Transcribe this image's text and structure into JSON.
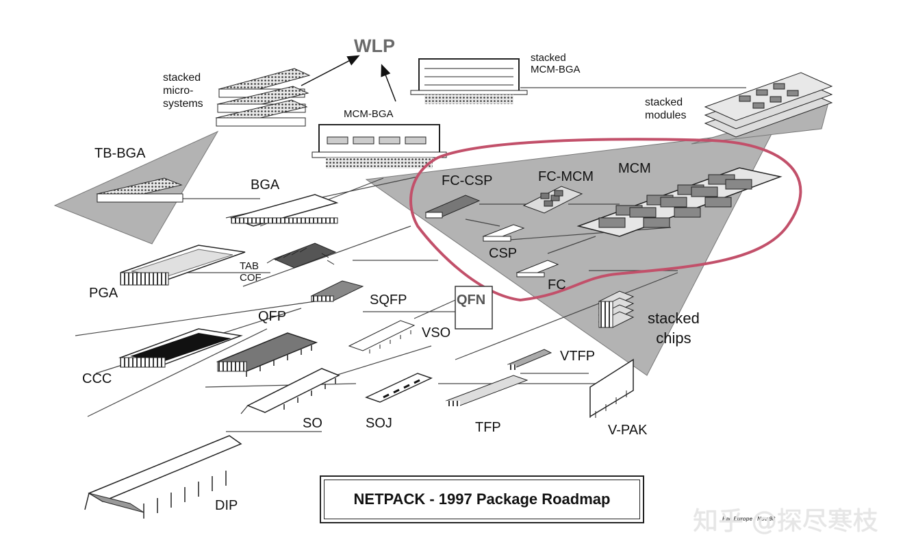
{
  "title": "NETPACK - 1997 Package Roadmap",
  "credit": "Pac Europe - Nov 98",
  "watermark": "知乎 @探尽寒枝",
  "colors": {
    "highlight_outline": "#c2506a",
    "triangle_fill": "#b3b3b3",
    "line": "#444444"
  },
  "labels": {
    "wlp": "WLP",
    "stacked_micro_systems": "stacked\nmicro-\nsystems",
    "stacked_mcm_bga": "stacked\nMCM-BGA",
    "mcm_bga": "MCM-BGA",
    "stacked_modules": "stacked\nmodules",
    "tb_bga": "TB-BGA",
    "bga": "BGA",
    "fc_csp": "FC-CSP",
    "fc_mcm": "FC-MCM",
    "mcm": "MCM",
    "csp": "CSP",
    "fc": "FC",
    "pga": "PGA",
    "tab_cof": "TAB\nCOF",
    "sqfp": "SQFP",
    "qfn": "QFN",
    "qfp": "QFP",
    "vso": "VSO",
    "stacked_chips": "stacked\nchips",
    "ccc": "CCC",
    "vtfp": "VTFP",
    "so": "SO",
    "soj": "SOJ",
    "tfp": "TFP",
    "v_pak": "V-PAK",
    "dip": "DIP"
  }
}
